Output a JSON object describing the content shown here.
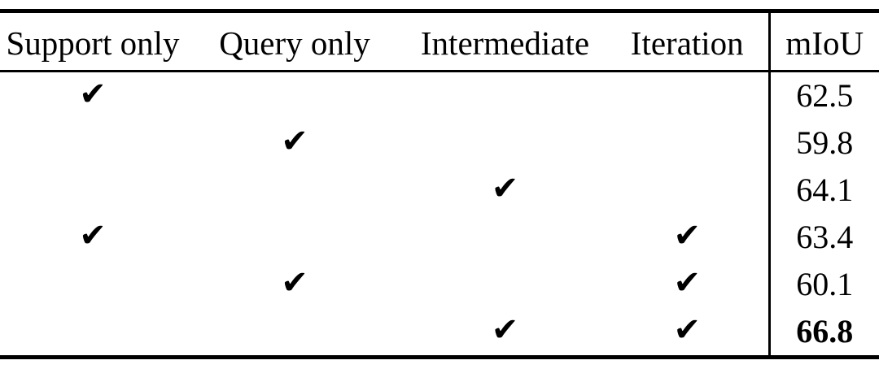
{
  "page": {
    "background_color": "#ffffff",
    "text_color": "#000000",
    "rule_color": "#000000"
  },
  "table": {
    "description": "ablation-results-table",
    "columns": [
      {
        "label": "Support only"
      },
      {
        "label": "Query only"
      },
      {
        "label": "Intermediate"
      },
      {
        "label": "Iteration"
      },
      {
        "label": "mIoU"
      }
    ],
    "check_glyph": "✔",
    "rows": [
      {
        "checks": [
          true,
          false,
          false,
          false
        ],
        "miou": "62.5",
        "bold": false
      },
      {
        "checks": [
          false,
          true,
          false,
          false
        ],
        "miou": "59.8",
        "bold": false
      },
      {
        "checks": [
          false,
          false,
          true,
          false
        ],
        "miou": "64.1",
        "bold": false
      },
      {
        "checks": [
          true,
          false,
          false,
          true
        ],
        "miou": "63.4",
        "bold": false
      },
      {
        "checks": [
          false,
          true,
          false,
          true
        ],
        "miou": "60.1",
        "bold": false
      },
      {
        "checks": [
          false,
          false,
          true,
          true
        ],
        "miou": "66.8",
        "bold": true
      }
    ]
  }
}
